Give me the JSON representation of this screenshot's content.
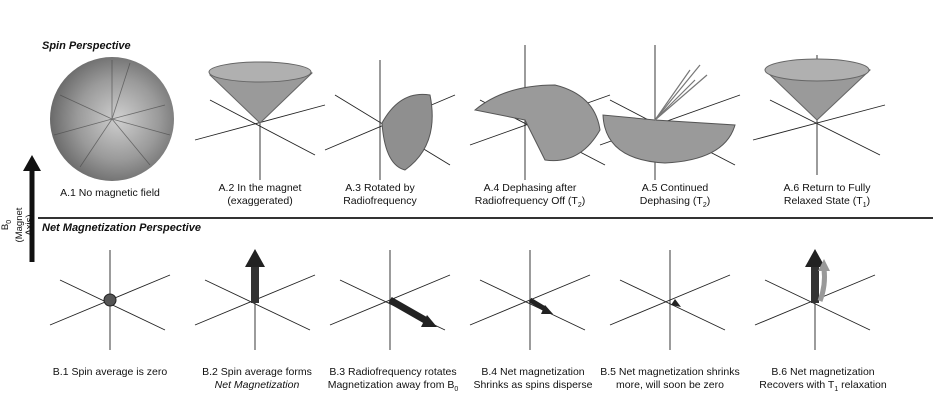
{
  "sections": {
    "spin_label": "Spin Perspective",
    "net_label": "Net Magnetization Perspective"
  },
  "axis": {
    "line1": "B",
    "sub": "0",
    "line2": "(Magnet Axis)"
  },
  "spin_panels": [
    {
      "line1": "A.1 No magnetic field",
      "line2": ""
    },
    {
      "line1": "A.2 In the magnet",
      "line2": "(exaggerated)"
    },
    {
      "line1": "A.3 Rotated by",
      "line2": "Radiofrequency"
    },
    {
      "line1": "A.4 Dephasing after",
      "line2": "Radiofrequency Off (T",
      "sub": "2",
      "tail": ")"
    },
    {
      "line1": "A.5 Continued",
      "line2": "Dephasing (T",
      "sub": "2",
      "tail": ")"
    },
    {
      "line1": "A.6 Return to Fully",
      "line2": "Relaxed State (T",
      "sub": "1",
      "tail": ")"
    }
  ],
  "net_panels": [
    {
      "line1": "B.1 Spin average is zero",
      "line2": ""
    },
    {
      "line1": "B.2 Spin average forms",
      "line2": "Net Magnetization"
    },
    {
      "line1": "B.3 Radiofrequency rotates",
      "line2": "Magnetization away from B",
      "sub": "0"
    },
    {
      "line1": "B.4 Net magnetization",
      "line2": "Shrinks as spins disperse"
    },
    {
      "line1": "B.5 Net magnetization shrinks",
      "line2": "more, will soon be zero"
    },
    {
      "line1": "B.6 Net magnetization",
      "line2": "Recovers with T",
      "sub": "1",
      "tail": " relaxation"
    }
  ],
  "colors": {
    "spin_fill": "#9a9a9a",
    "spin_dark": "#5a5a5a",
    "arrow": "#222222",
    "axis_line": "#222222"
  }
}
